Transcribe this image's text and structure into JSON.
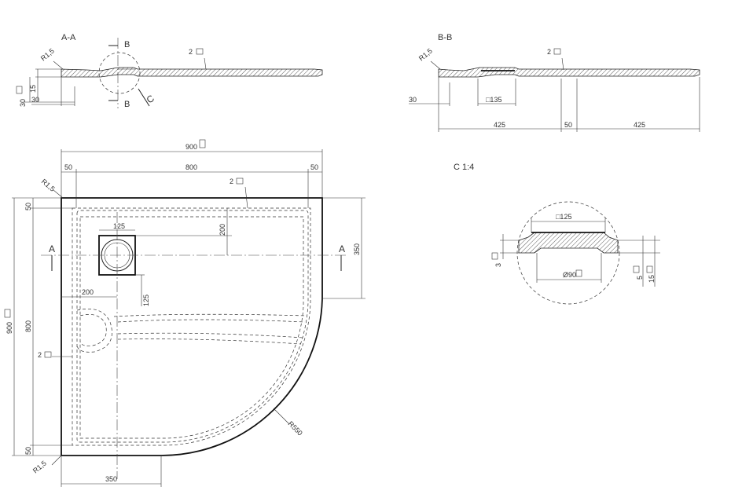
{
  "views": {
    "aa": {
      "title": "A-A",
      "radius": "R1,5",
      "slope": "2",
      "dim_thickness": "15",
      "dim_height": "30",
      "dim_offset": "30",
      "cut_label_1": "B",
      "cut_label_2": "B",
      "detail_label": "C"
    },
    "bb": {
      "title": "B-B",
      "radius": "R1,5",
      "slope": "2",
      "dim_offset": "30",
      "dim_drain": "□135",
      "dim_left": "425",
      "dim_mid": "50",
      "dim_right": "425"
    },
    "c": {
      "title": "C 1:4",
      "dim_square": "□125",
      "dim_diameter": "Ø90",
      "dim_left_small": "3",
      "dim_right_small": "5",
      "dim_right_height": "15"
    },
    "plan": {
      "dim_total_width": "900",
      "dim_left_margin": "50",
      "dim_inner_width": "800",
      "dim_right_margin": "50",
      "radius_corner": "R1,5",
      "slope_top": "2",
      "slope_left": "2",
      "dim_top_margin": "50",
      "dim_drain_square": "125",
      "dim_drain_vert": "200",
      "dim_drain_horiz": "200",
      "dim_drain_offset": "125",
      "section_a_left": "A",
      "section_a_right": "A",
      "dim_right_350": "350",
      "dim_total_height": "900",
      "dim_inner_height": "800",
      "dim_bottom_margin": "50",
      "radius_arc": "R550",
      "radius_bottom": "R1,5",
      "dim_bottom_350": "350"
    }
  },
  "colors": {
    "line": "#222222",
    "background": "#ffffff"
  }
}
